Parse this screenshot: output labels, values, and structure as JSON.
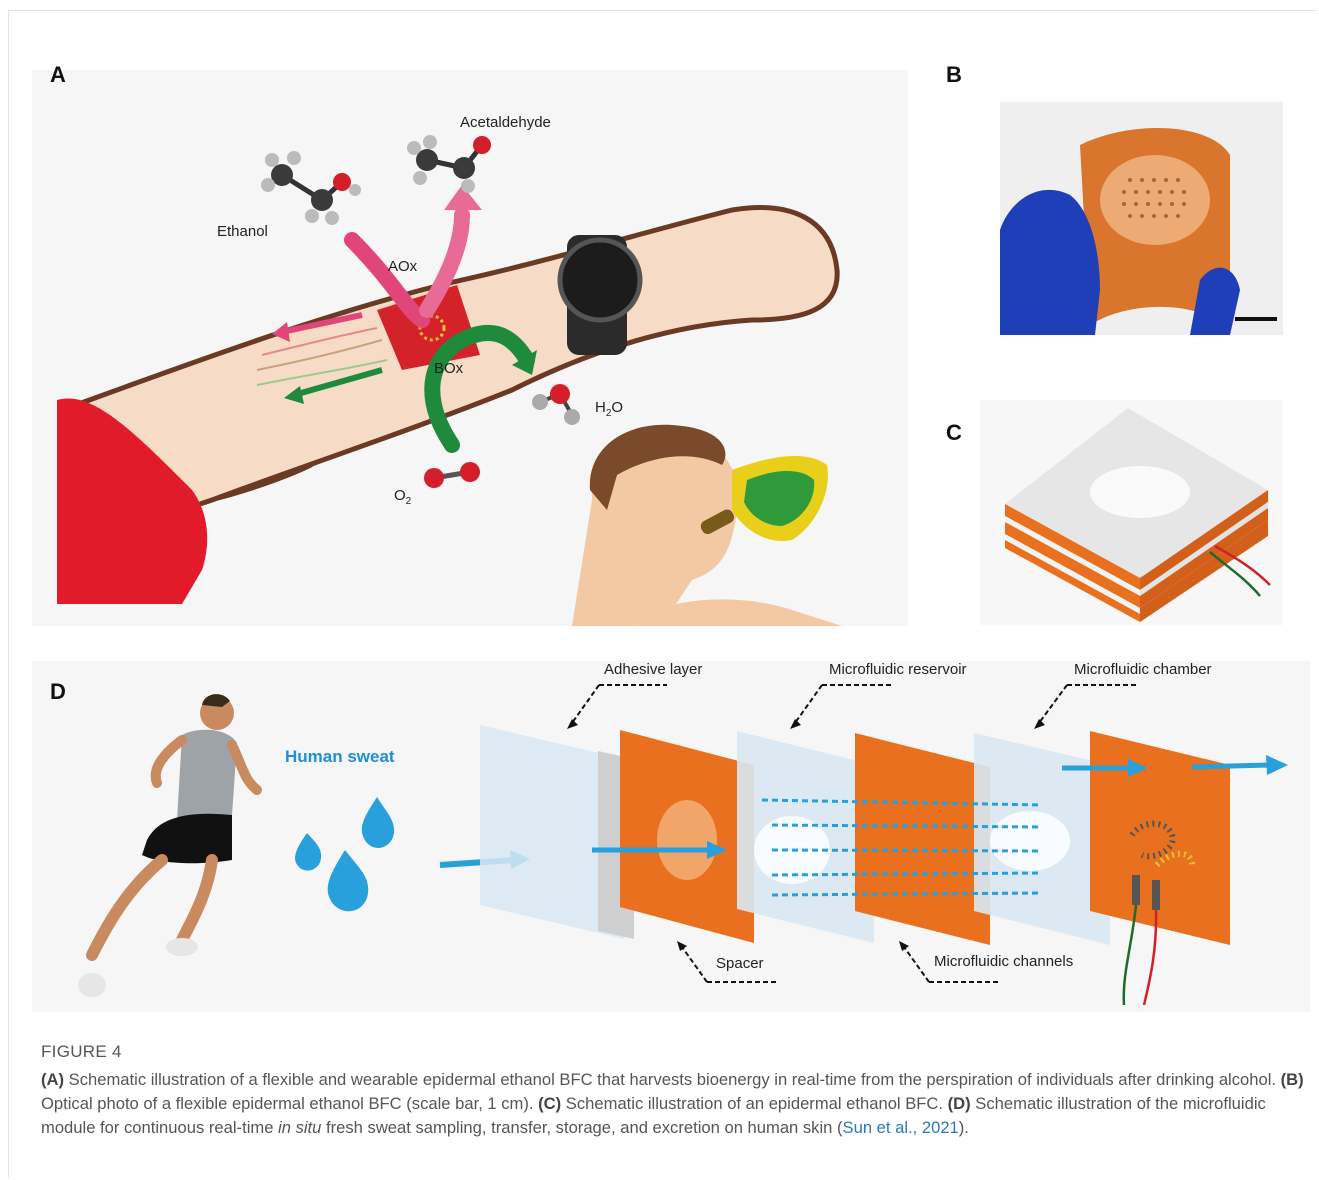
{
  "panels": {
    "a": {
      "letter": "A",
      "labels": {
        "acetaldehyde": "Acetaldehyde",
        "ethanol": "Ethanol",
        "aox": "AOx",
        "box": "BOx",
        "h2o_main": "H",
        "h2o_sub": "2",
        "h2o_tail": "O",
        "o2_main": "O",
        "o2_sub": "2"
      }
    },
    "b": {
      "letter": "B"
    },
    "c": {
      "letter": "C"
    },
    "d": {
      "letter": "D",
      "labels": {
        "human_sweat": "Human sweat",
        "adhesive_layer": "Adhesive layer",
        "microfluidic_reservoir": "Microfluidic reservoir",
        "microfluidic_chamber": "Microfluidic chamber",
        "spacer": "Spacer",
        "microfluidic_channels": "Microfluidic channels"
      }
    }
  },
  "caption": {
    "title": "FIGURE 4",
    "a_tag": "(A)",
    "a_text": " Schematic illustration of a flexible and wearable epidermal ethanol BFC that harvests bioenergy in real-time from the perspiration of individuals after drinking alcohol. ",
    "b_tag": "(B)",
    "b_text": " Optical photo of a flexible epidermal ethanol BFC (scale bar, 1 cm). ",
    "c_tag": "(C)",
    "c_text": " Schematic illustration of an epidermal ethanol BFC. ",
    "d_tag": "(D)",
    "d_text_1": " Schematic illustration of the microfluidic module for continuous real-time ",
    "d_italic": "in situ",
    "d_text_2": " fresh sweat sampling, transfer, storage, and excretion on human skin (",
    "citation": "Sun et al., 2021",
    "d_text_3": ")."
  },
  "colors": {
    "accent_blue": "#1e8fd6",
    "orange": "#e8701f",
    "green": "#1f8a3c",
    "pink": "#e0467a",
    "red": "#d21f2a"
  }
}
